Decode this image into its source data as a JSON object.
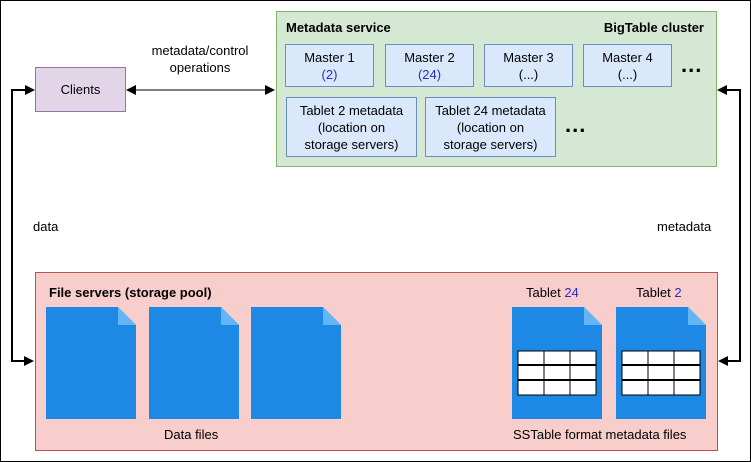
{
  "clients": {
    "label": "Clients"
  },
  "connection": {
    "label": "metadata/control operations"
  },
  "metadata_service": {
    "title": "Metadata service",
    "cluster_label": "BigTable cluster",
    "masters": [
      {
        "name": "Master 1",
        "value": "(2)"
      },
      {
        "name": "Master 2",
        "value": "(24)"
      },
      {
        "name": "Master 3",
        "value": "(...)"
      },
      {
        "name": "Master 4",
        "value": "(...)"
      }
    ],
    "more_masters": "...",
    "tablet_metadata": [
      {
        "lines": [
          "Tablet 2 metadata",
          "(location on",
          "storage servers)"
        ]
      },
      {
        "lines": [
          "Tablet 24 metadata",
          "(location on",
          "storage servers)"
        ]
      }
    ],
    "more_tablets": "..."
  },
  "links": {
    "data_label": "data",
    "metadata_label": "metadata"
  },
  "storage_pool": {
    "title": "File servers (storage pool)",
    "data_files_caption": "Data files",
    "sstable_caption": "SSTable format metadata files",
    "tablets": [
      {
        "prefix": "Tablet ",
        "number": "24"
      },
      {
        "prefix": "Tablet ",
        "number": "2"
      }
    ]
  },
  "colors": {
    "clients_fill": "#e1d5e7",
    "metadata_fill": "#d5e8d4",
    "node_fill": "#dae8fc",
    "pool_fill": "#f8cecc",
    "file_blue": "#1e88e5",
    "highlight_number": "#2c2cc4"
  }
}
